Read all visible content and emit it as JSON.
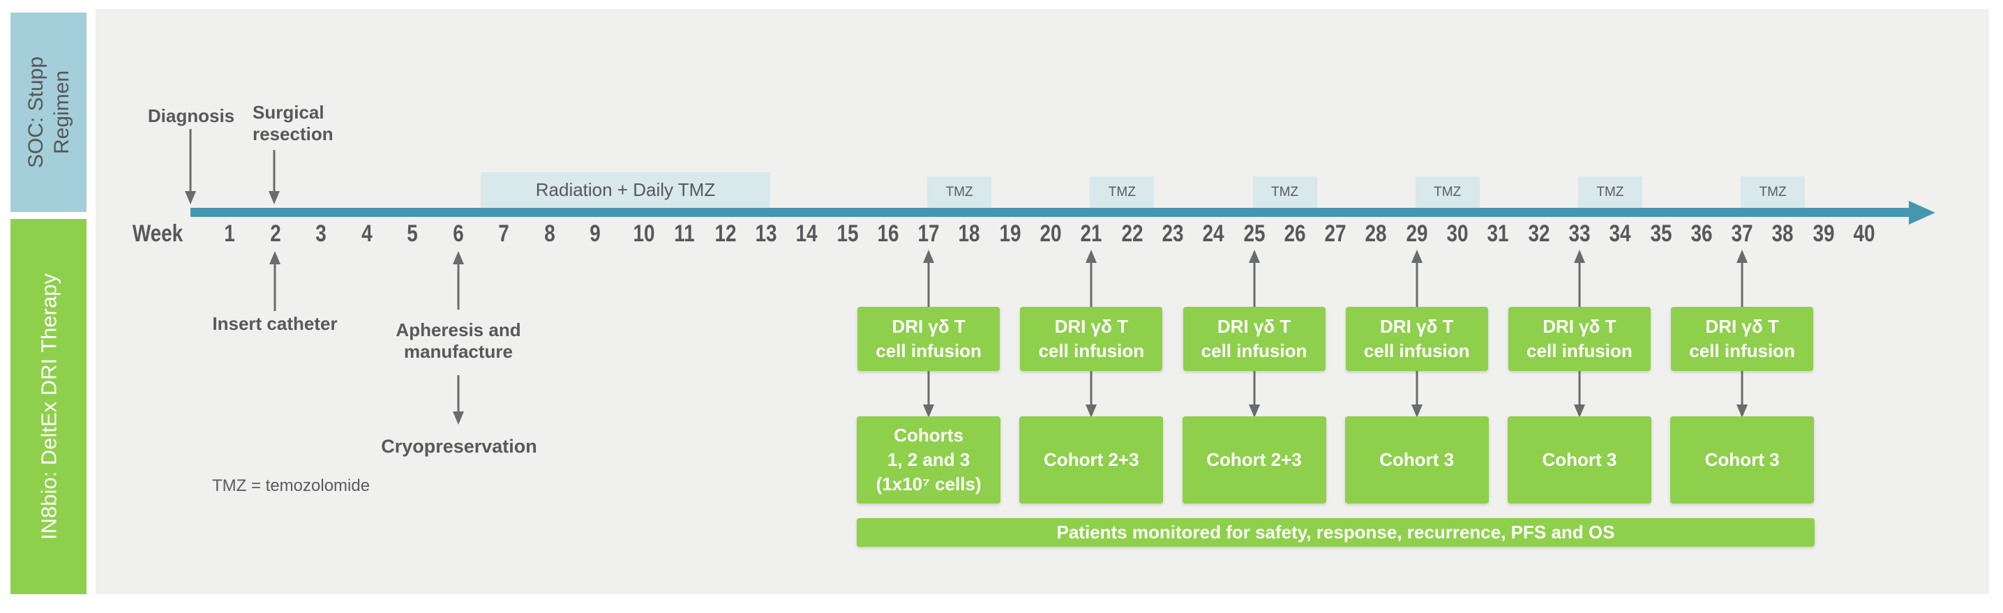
{
  "sidebar": {
    "soc_label": "SOC: Stupp\nRegimen",
    "therapy_label": "IN8bio: DeltEx DRI Therapy"
  },
  "colors": {
    "panel_bg": "#f0f0ef",
    "sidebar_blue": "#a4ced9",
    "green": "#8ed04b",
    "timeline_teal": "#4597b0",
    "tmz_light_blue": "#d9e8ea",
    "text_dark": "#57585b",
    "arrow_gray": "#6a6b6d"
  },
  "timeline": {
    "axis_label": "Week",
    "weeks": [
      1,
      2,
      3,
      4,
      5,
      6,
      7,
      8,
      9,
      10,
      11,
      12,
      13,
      14,
      15,
      16,
      17,
      18,
      19,
      20,
      21,
      22,
      23,
      24,
      25,
      26,
      27,
      28,
      29,
      30,
      31,
      32,
      33,
      34,
      35,
      36,
      37,
      38,
      39,
      40
    ]
  },
  "soc": {
    "diagnosis_label": "Diagnosis",
    "surgical_line1": "Surgical",
    "surgical_line2": "resection",
    "radiation_label": "Radiation + Daily TMZ",
    "radiation_week_span": [
      6.5,
      13.1
    ],
    "tmz_label": "TMZ",
    "tmz_weeks": [
      17,
      21,
      25,
      29,
      33,
      37
    ]
  },
  "therapy": {
    "insert_catheter_label": "Insert catheter",
    "apheresis_line1": "Apheresis and",
    "apheresis_line2": "manufacture",
    "cryopreservation_label": "Cryopreservation",
    "footnote": "TMZ = temozolomide",
    "infusion_weeks": [
      17,
      21,
      25,
      29,
      33,
      37
    ],
    "infusion_line1": "DRI γδ T",
    "infusion_line2": "cell infusion",
    "cohorts": [
      {
        "lines": [
          "Cohorts",
          "1, 2 and 3",
          "(1x10⁷ cells)"
        ]
      },
      {
        "lines": [
          "Cohort 2+3"
        ]
      },
      {
        "lines": [
          "Cohort 2+3"
        ]
      },
      {
        "lines": [
          "Cohort 3"
        ]
      },
      {
        "lines": [
          "Cohort 3"
        ]
      },
      {
        "lines": [
          "Cohort 3"
        ]
      }
    ],
    "monitor_label": "Patients monitored for safety, response, recurrence, PFS and OS"
  }
}
